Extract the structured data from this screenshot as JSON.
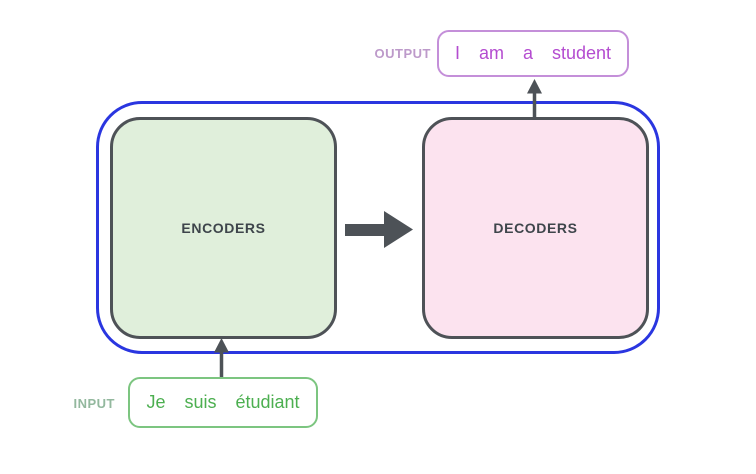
{
  "diagram": {
    "encoders_label": "ENCODERS",
    "decoders_label": "DECODERS",
    "output_label": "OUTPUT",
    "output_sentence": "I am a student",
    "input_label": "INPUT",
    "input_sentence": "Je suis étudiant"
  },
  "icons": {
    "encoder_to_decoder_arrow": "thick-right-arrow",
    "decoder_to_output_arrow": "thin-up-arrow",
    "input_to_encoder_arrow": "thin-up-arrow"
  },
  "colors": {
    "container-blue": "#2a36e0",
    "block-border": "#4e5257",
    "block-text": "#3e454b",
    "encoder-fill": "#e0efdb",
    "decoder-fill": "#fce3ef",
    "arrow-gray": "#4d5257",
    "input-green": "#4caf50",
    "input-border-green": "#7cc580",
    "input-label-green": "#93b89e",
    "output-purple": "#b44cd0",
    "output-border-purple": "#c48fd9",
    "output-label-purple": "#bd9aca",
    "background": "#ffffff"
  }
}
